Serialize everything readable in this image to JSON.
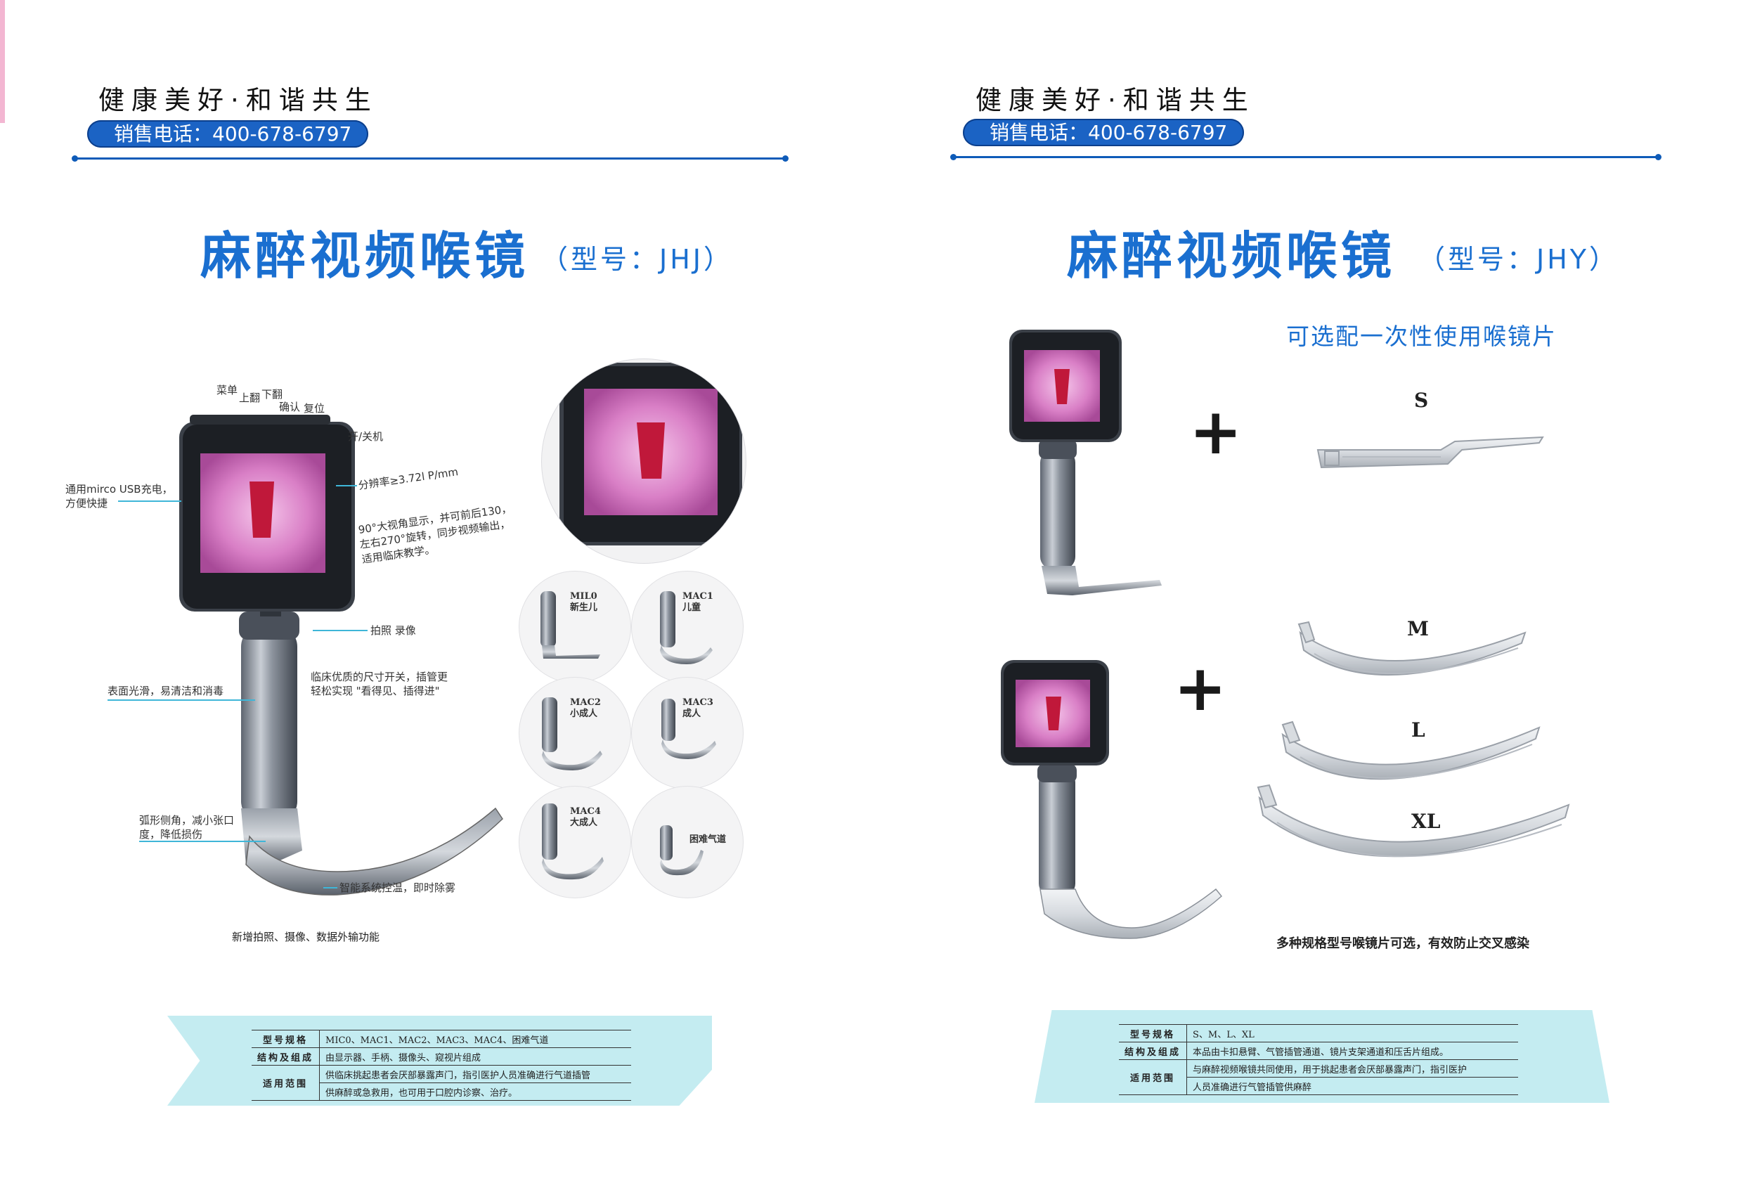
{
  "left": {
    "header": {
      "slogan": "健康美好·和谐共生",
      "phone": "销售电话：400-678-6797"
    },
    "title": "麻醉视频喉镜",
    "model": "（型号：JHJ）",
    "callouts": {
      "menu": "菜单",
      "up": "上翻",
      "down": "下翻",
      "confirm": "确认",
      "reset": "复位",
      "power": "开/关机",
      "usb_line1": "通用mirco USB充电，",
      "usb_line2": "方便快捷",
      "resolution": "分辨率≥3.72l P/mm",
      "view_line1": "90°大视角显示，并可前后130，",
      "view_line2": "左右270°旋转，同步视频输出，",
      "view_line3": "适用临床教学。",
      "photo": "拍照  录像",
      "switch_line1": "临床优质的尺寸开关，插管更",
      "switch_line2": "轻松实现 \"看得见、插得进\"",
      "surface": "表面光滑，易清洁和消毒",
      "arc_line1": "弧形侧角，减小张口",
      "arc_line2": "度，降低损伤",
      "defog": "智能系统控温，即时除雾"
    },
    "blades": [
      {
        "code": "MIL0",
        "name": "新生儿"
      },
      {
        "code": "MAC1",
        "name": "儿童"
      },
      {
        "code": "MAC2",
        "name": "小成人"
      },
      {
        "code": "MAC3",
        "name": "成人"
      },
      {
        "code": "MAC4",
        "name": "大成人"
      },
      {
        "code": "",
        "name": "困难气道"
      }
    ],
    "feature_note": "新增拍照、摄像、数据外输功能",
    "table": [
      {
        "key": "型号规格",
        "value": "MIC0、MAC1、MAC2、MAC3、MAC4、困难气道"
      },
      {
        "key": "结构及组成",
        "value": "由显示器、手柄、摄像头、窥视片组成"
      },
      {
        "key": "适用范围",
        "value": "供临床挑起患者会厌部暴露声门，指引医护人员准确进行气道插管"
      },
      {
        "key": "",
        "value": "供麻醉或急救用，也可用于口腔内诊察、治疗。"
      }
    ]
  },
  "right": {
    "header": {
      "slogan": "健康美好·和谐共生",
      "phone": "销售电话：400-678-6797"
    },
    "title": "麻醉视频喉镜",
    "model": "（型号：JHY）",
    "subtitle": "可选配一次性使用喉镜片",
    "plus": "+",
    "sizes": [
      "S",
      "M",
      "L",
      "XL"
    ],
    "caption": "多种规格型号喉镜片可选，有效防止交叉感染",
    "table": [
      {
        "key": "型号规格",
        "value": "S、M、L、XL"
      },
      {
        "key": "结构及组成",
        "value": "本品由卡扣悬臂、气管插管通道、镜片支架通道和压舌片组成。"
      },
      {
        "key": "适用范围",
        "value": "与麻醉视频喉镜共同使用，用于挑起患者会厌部暴露声门，指引医护"
      },
      {
        "key": "",
        "value": "人员准确进行气管插管供麻醉"
      }
    ]
  },
  "colors": {
    "brand_blue": "#1a6fd0",
    "pill_blue": "#1b63c4",
    "panel_cyan": "#c4ecf1",
    "callout_line": "#3fb6d8"
  },
  "icons": [
    "video-laryngoscope-device",
    "laryngoscope-blade",
    "disposable-blade"
  ]
}
